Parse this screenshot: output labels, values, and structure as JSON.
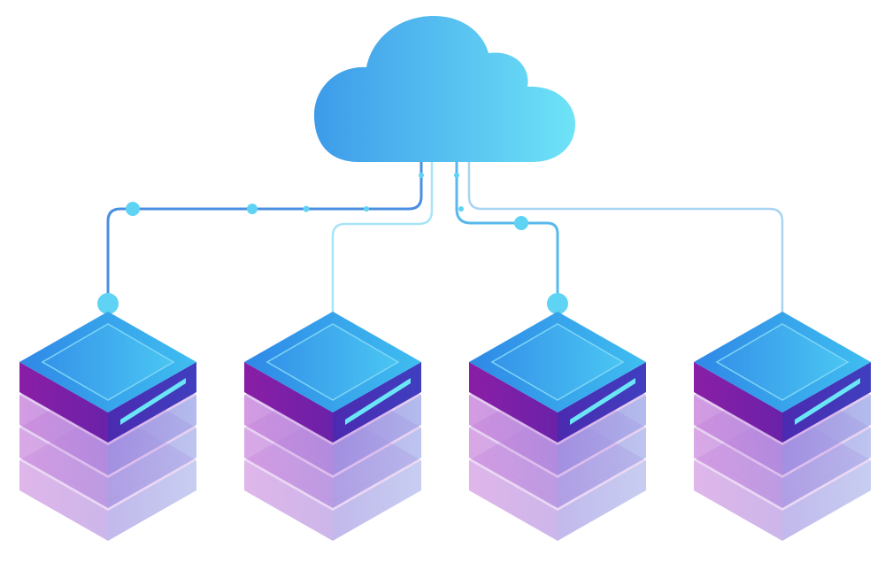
{
  "diagram": {
    "type": "cloud-network",
    "cloud": {
      "icon": "cloud-icon"
    },
    "servers": [
      {
        "id": "server-1",
        "icon": "server-stack-icon",
        "layers": 4,
        "connected": "solid"
      },
      {
        "id": "server-2",
        "icon": "server-stack-icon",
        "layers": 4,
        "connected": "light"
      },
      {
        "id": "server-3",
        "icon": "server-stack-icon",
        "layers": 4,
        "connected": "solid"
      },
      {
        "id": "server-4",
        "icon": "server-stack-icon",
        "layers": 4,
        "connected": "light"
      }
    ]
  },
  "colors": {
    "cloud_left": "#3d9be9",
    "cloud_right": "#6ee3f7",
    "line_dark": "#3f7fdb",
    "line_mid": "#58b8ee",
    "line_light": "#a8e4f7",
    "node": "#5fd3f3",
    "server_top_a": "#2f88e6",
    "server_top_b": "#3fbef0",
    "server_side_l": "#7a1fa3",
    "server_side_r": "#4a33b8",
    "server_slot": "#6be6f7",
    "server_ghost": "#b480d6"
  }
}
